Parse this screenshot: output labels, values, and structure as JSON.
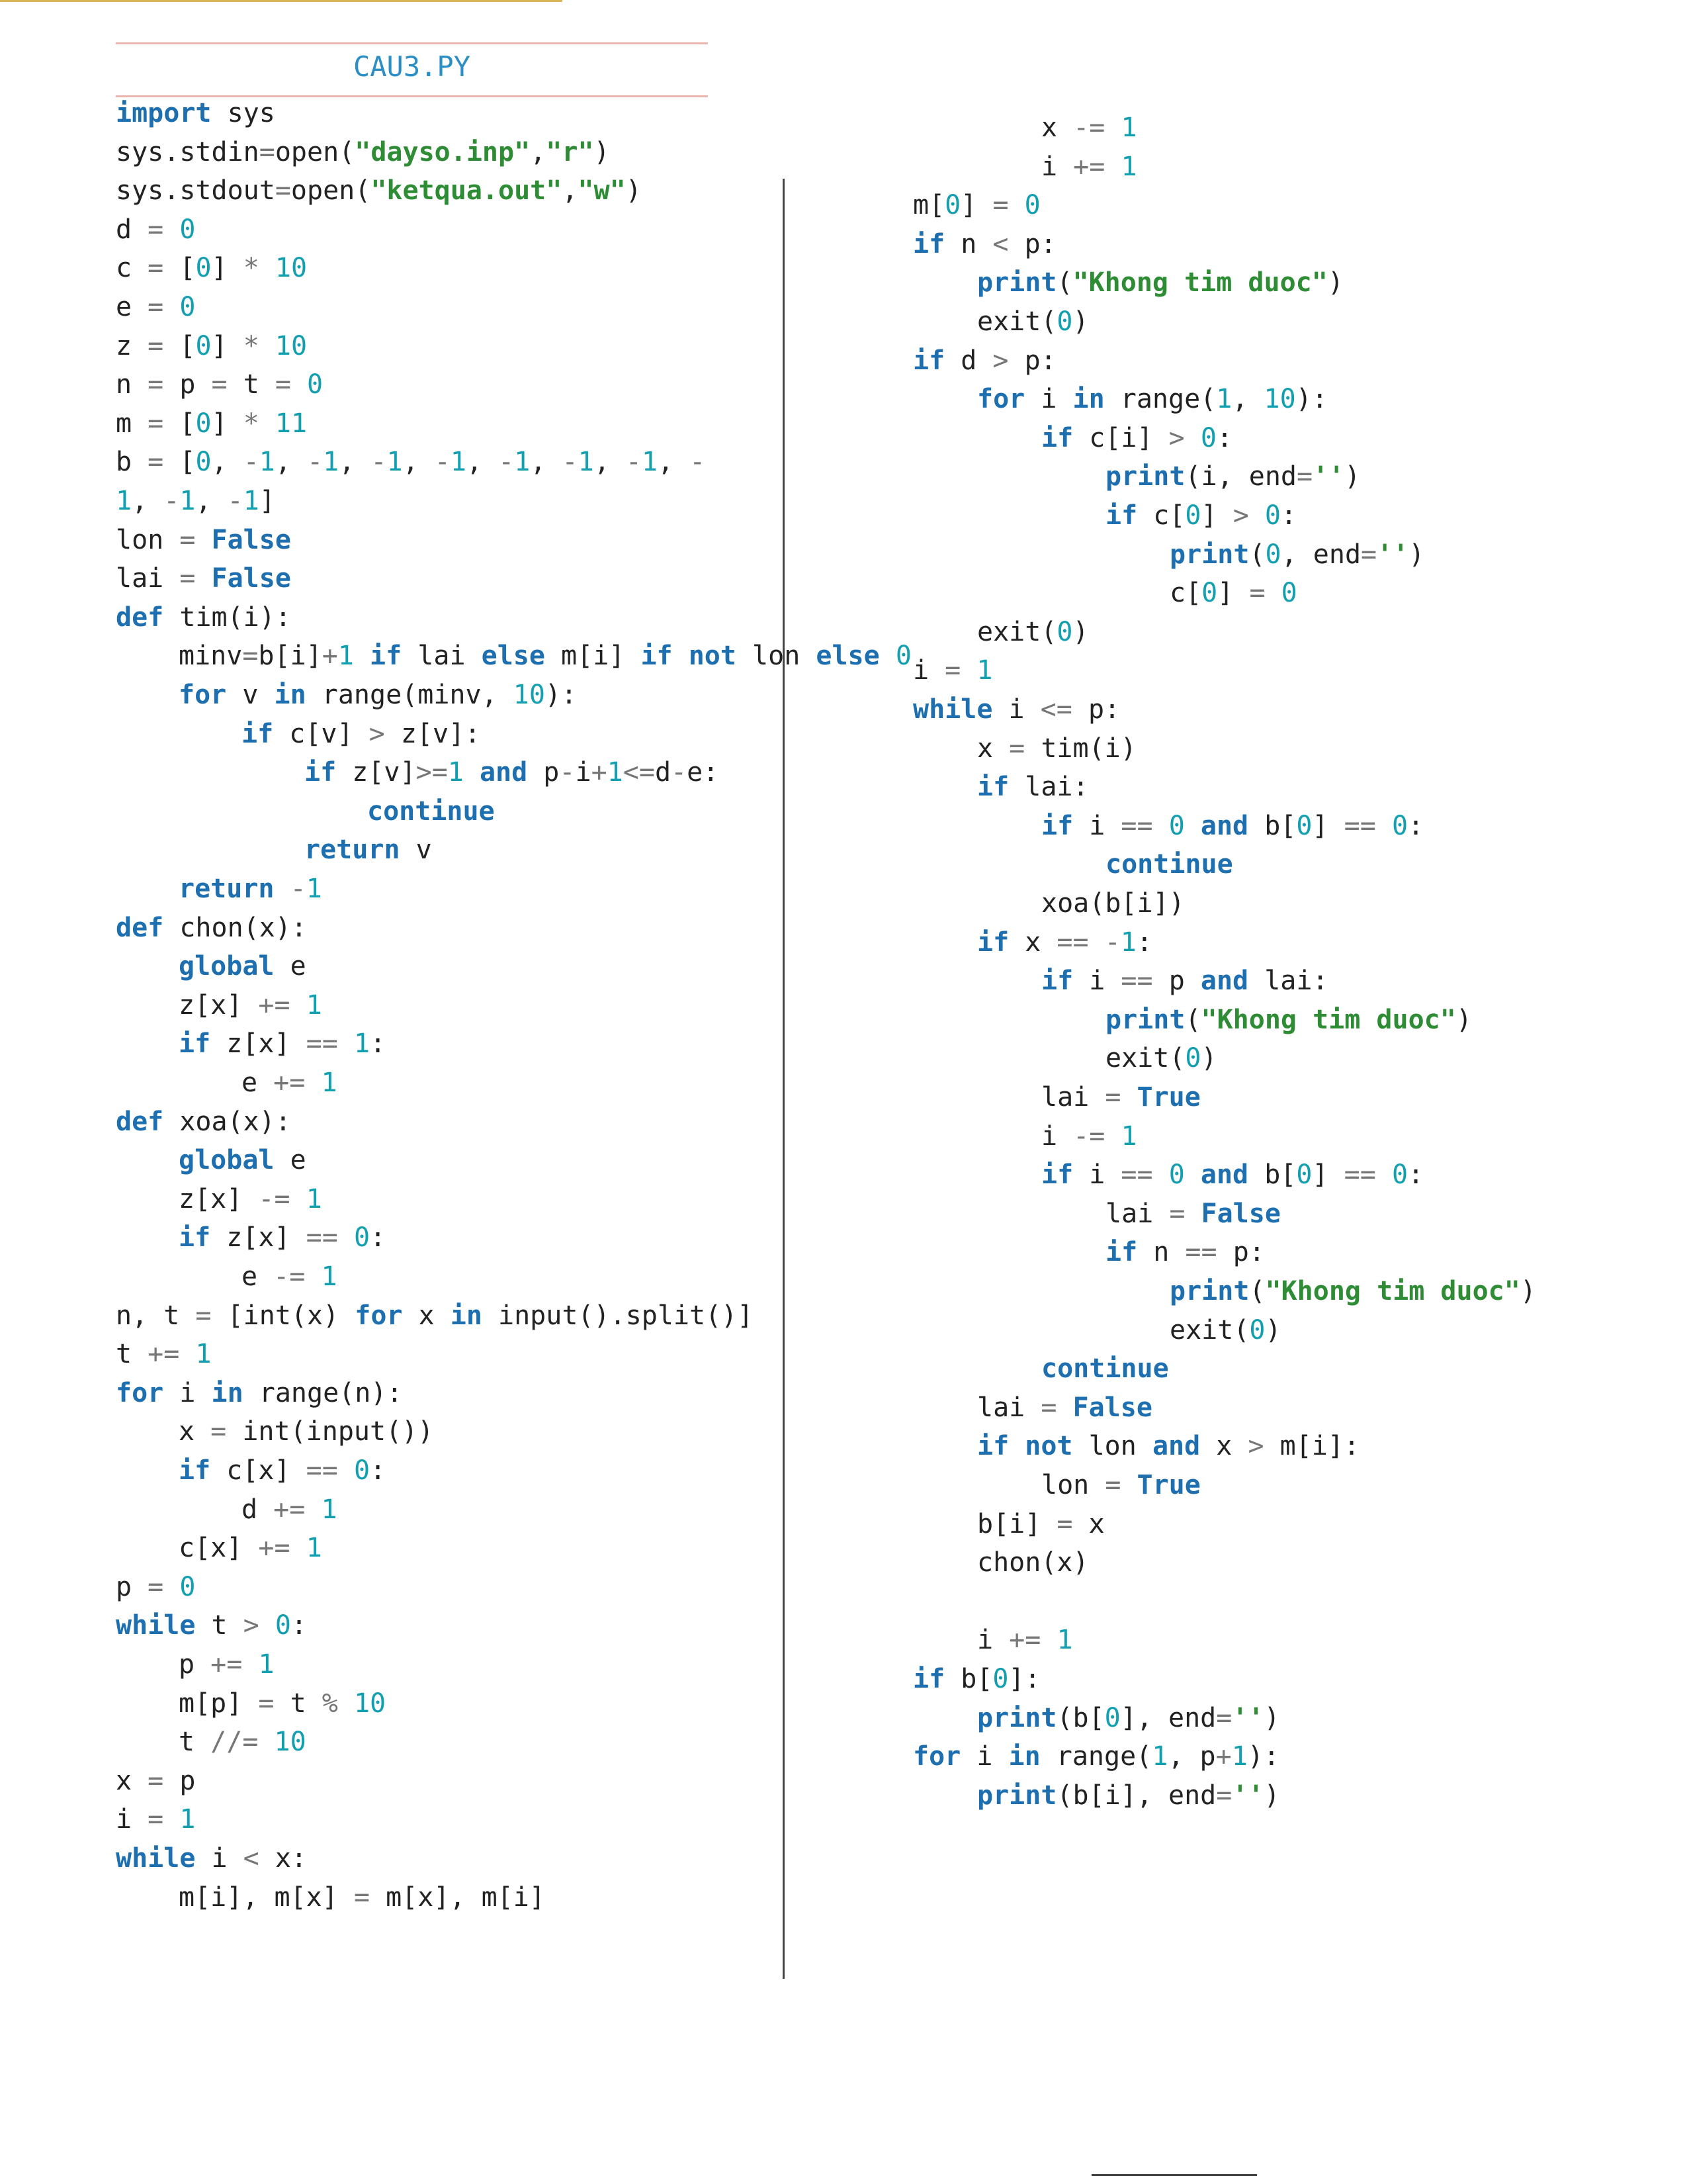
{
  "title": "CAU3.PY",
  "left_lines": [
    "import sys",
    "sys.stdin=open(\"dayso.inp\",\"r\")",
    "sys.stdout=open(\"ketqua.out\",\"w\")",
    "d = 0",
    "c = [0] * 10",
    "e = 0",
    "z = [0] * 10",
    "n = p = t = 0",
    "m = [0] * 11",
    "b = [0, -1, -1, -1, -1, -1, -1, -1, -",
    "1, -1, -1]",
    "lon = False",
    "lai = False",
    "def tim(i):",
    "    minv=b[i]+1 if lai else m[i] if not lon else 0",
    "    for v in range(minv, 10):",
    "        if c[v] > z[v]:",
    "            if z[v]>=1 and p-i+1<=d-e:",
    "                continue",
    "            return v",
    "    return -1",
    "def chon(x):",
    "    global e",
    "    z[x] += 1",
    "    if z[x] == 1:",
    "        e += 1",
    "def xoa(x):",
    "    global e",
    "    z[x] -= 1",
    "    if z[x] == 0:",
    "        e -= 1",
    "n, t = [int(x) for x in input().split()]",
    "t += 1",
    "for i in range(n):",
    "    x = int(input())",
    "    if c[x] == 0:",
    "        d += 1",
    "    c[x] += 1",
    "p = 0",
    "while t > 0:",
    "    p += 1",
    "    m[p] = t % 10",
    "    t //= 10",
    "x = p",
    "i = 1",
    "while i < x:",
    "    m[i], m[x] = m[x], m[i]"
  ],
  "right_lines": [
    "        x -= 1",
    "        i += 1",
    "m[0] = 0",
    "if n < p:",
    "    print(\"Khong tim duoc\")",
    "    exit(0)",
    "if d > p:",
    "    for i in range(1, 10):",
    "        if c[i] > 0:",
    "            print(i, end='')",
    "            if c[0] > 0:",
    "                print(0, end='')",
    "                c[0] = 0",
    "    exit(0)",
    "i = 1",
    "while i <= p:",
    "    x = tim(i)",
    "    if lai:",
    "        if i == 0 and b[0] == 0:",
    "            continue",
    "        xoa(b[i])",
    "    if x == -1:",
    "        if i == p and lai:",
    "            print(\"Khong tim duoc\")",
    "            exit(0)",
    "        lai = True",
    "        i -= 1",
    "        if i == 0 and b[0] == 0:",
    "            lai = False",
    "            if n == p:",
    "                print(\"Khong tim duoc\")",
    "                exit(0)",
    "        continue",
    "    lai = False",
    "    if not lon and x > m[i]:",
    "        lon = True",
    "    b[i] = x",
    "    chon(x)",
    "",
    "    i += 1",
    "if b[0]:",
    "    print(b[0], end='')",
    "for i in range(1, p+1):",
    "    print(b[i], end='')"
  ]
}
